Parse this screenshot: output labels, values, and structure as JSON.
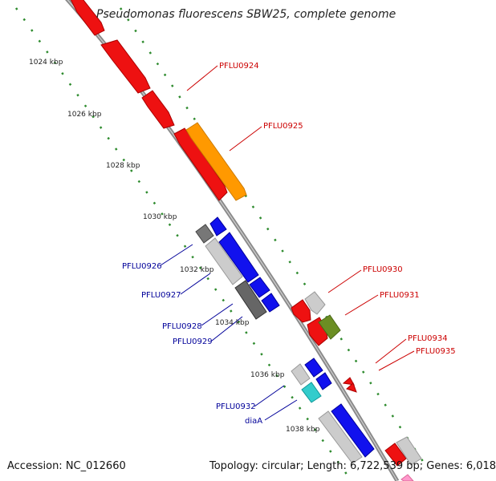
{
  "title": "Pseudomonas fluorescens SBW25, complete genome",
  "accession": "Accession: NC_012660",
  "topology": "Topology: circular; Length: 6,722,539 bp; Genes: 6,018",
  "colors": {
    "backbone": "#888888",
    "tick": "#2e8b2e",
    "label_forward": "#cc0000",
    "label_reverse": "#000099"
  },
  "scale_labels": [
    "1024 kbp",
    "1026 kbp",
    "1028 kbp",
    "1030 kbp",
    "1032 kbp",
    "1034 kbp",
    "1036 kbp",
    "1038 kbp"
  ],
  "gene_labels": {
    "forward": [
      "PFLU0924",
      "PFLU0925",
      "PFLU0930",
      "PFLU0931",
      "PFLU0934",
      "PFLU0935"
    ],
    "reverse": [
      "PFLU0926",
      "PFLU0927",
      "PFLU0928",
      "PFLU0929",
      "PFLU0932",
      "diaA"
    ]
  }
}
